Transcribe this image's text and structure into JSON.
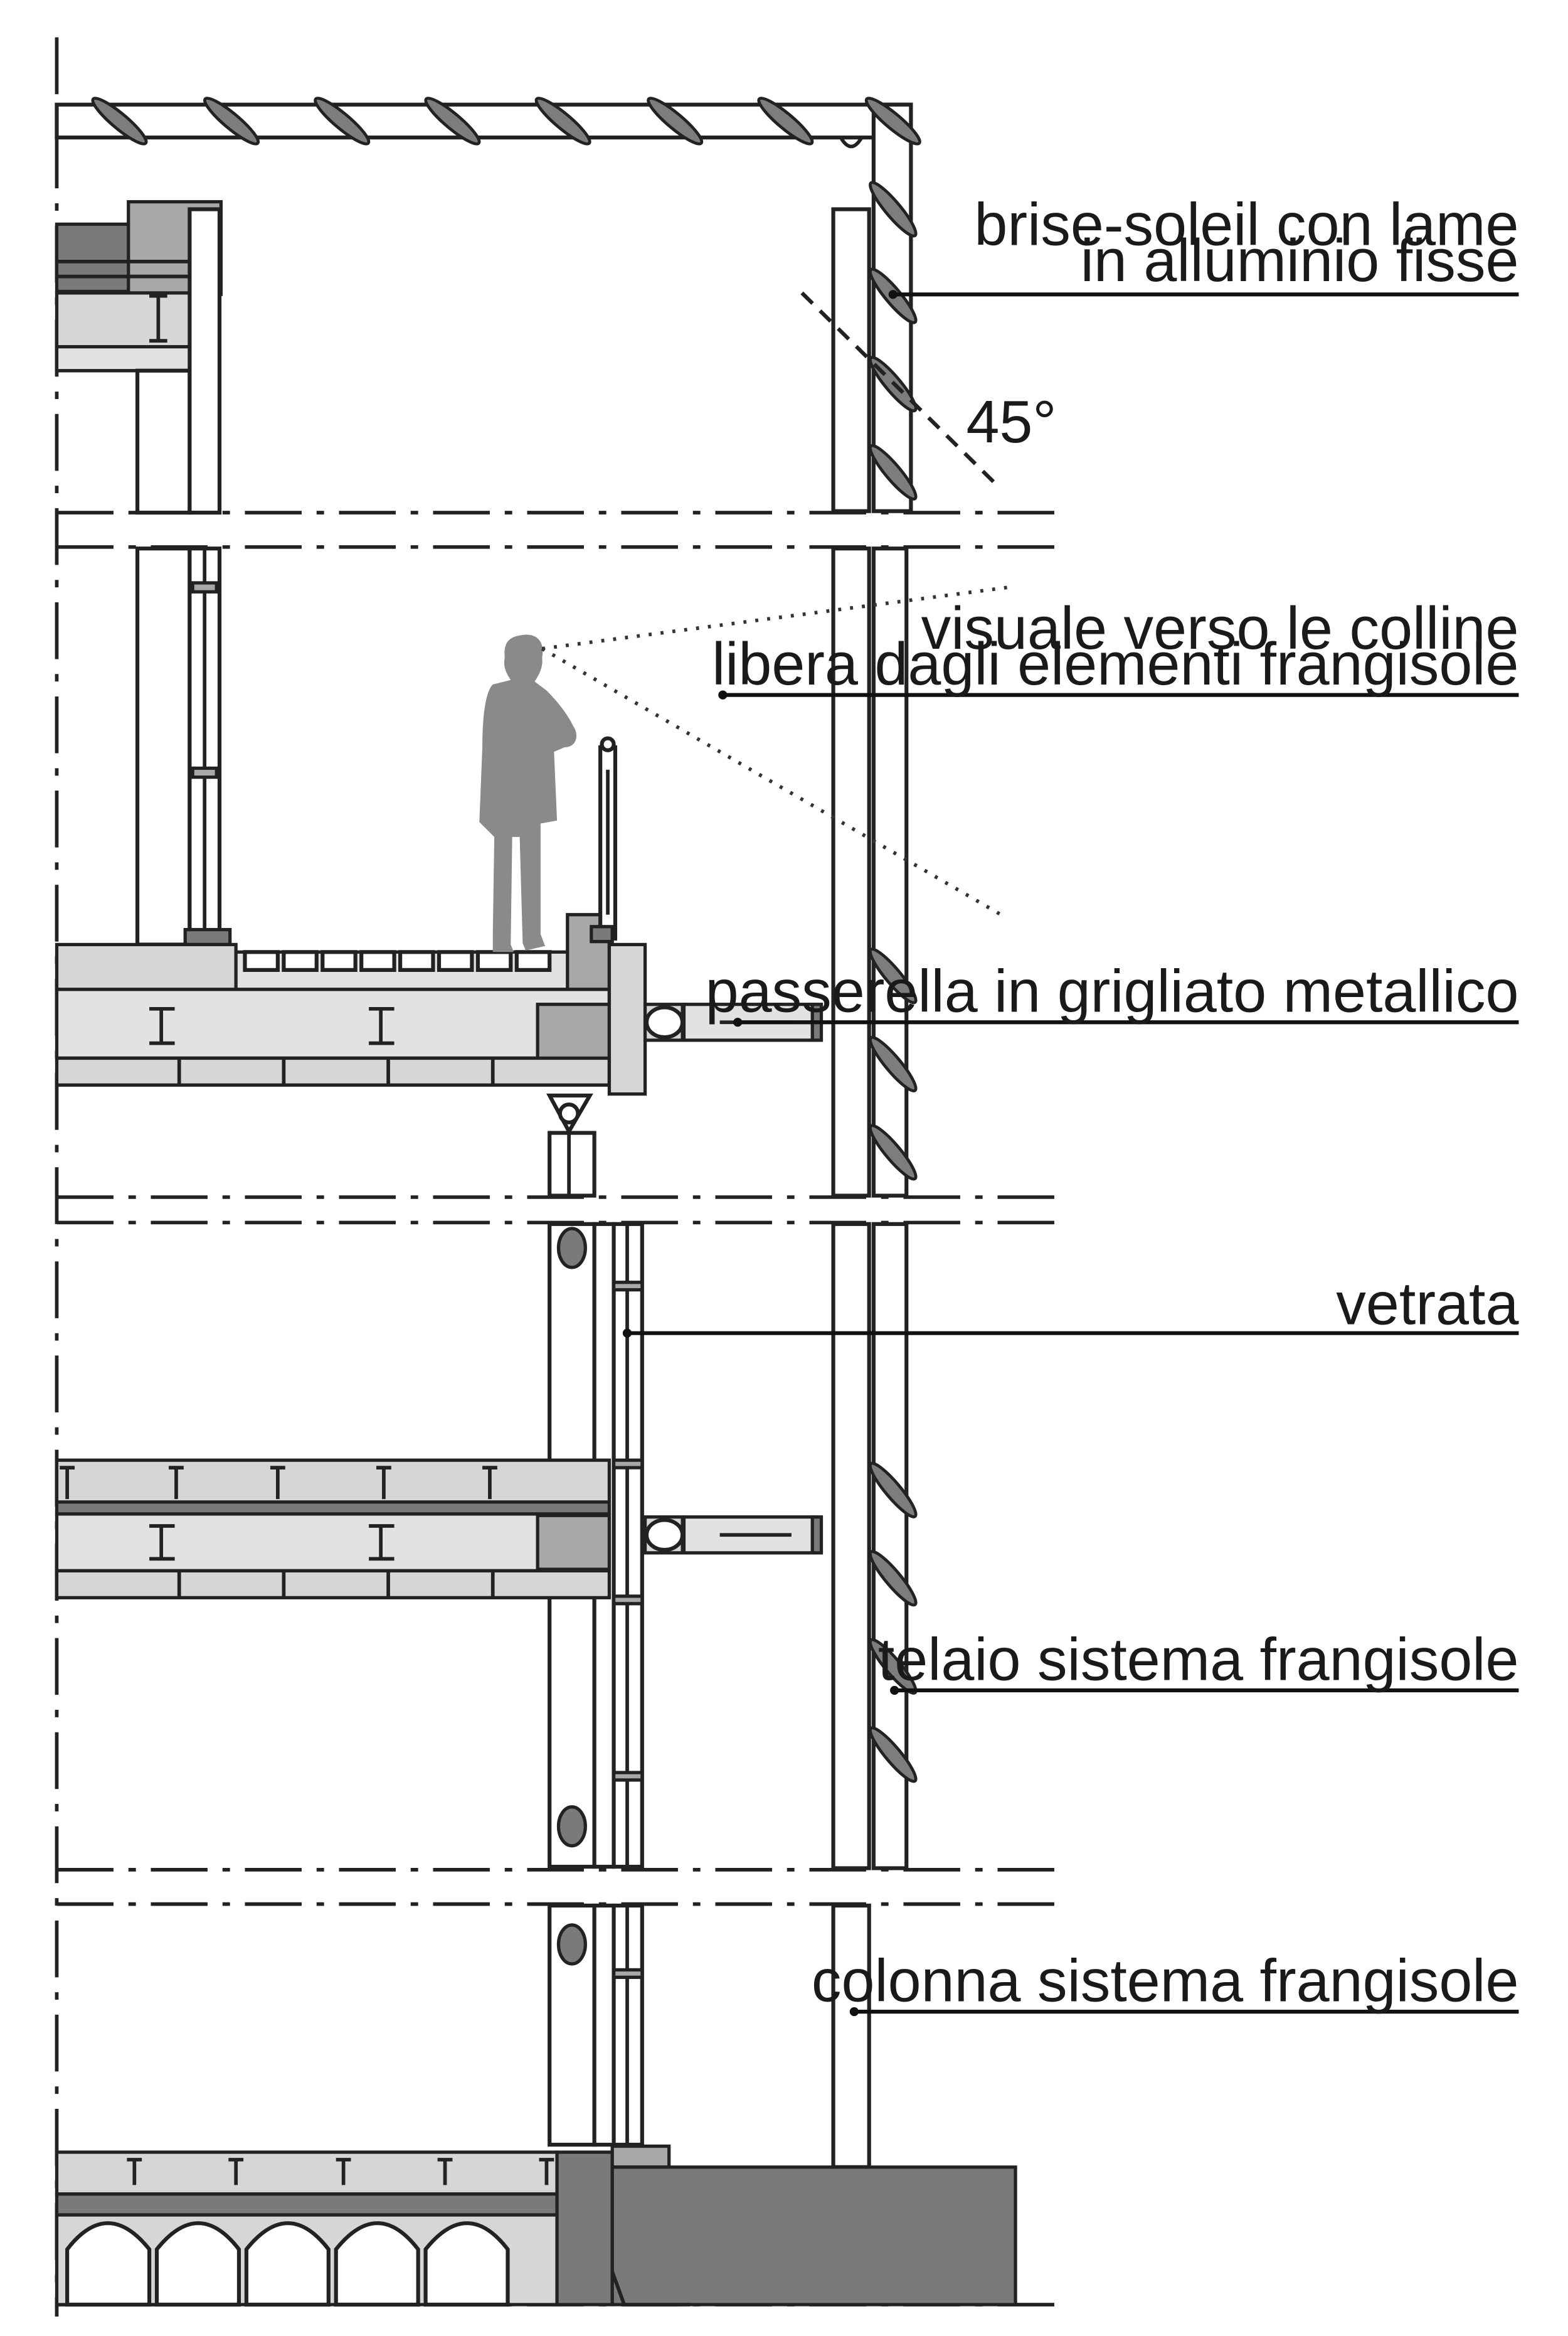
{
  "labels": {
    "brise_soleil_line1": "brise-soleil con lame",
    "brise_soleil_line2": "in alluminio fisse",
    "angle": "45°",
    "visuale_line1": "visuale verso le colline",
    "visuale_line2": "libera dagli elementi frangisole",
    "passerella": "passerella in grigliato metallico",
    "vetrata": "vetrata",
    "telaio": "telaio sistema frangisole",
    "colonna": "colonna sistema frangisole"
  },
  "icons": {
    "person": "person-silhouette-icon",
    "blades": "aluminium-blade-icon"
  },
  "colors": {
    "line": "#222222",
    "fill_light": "#e2e2e2",
    "fill_mid": "#a8a8a8",
    "fill_dark": "#7a7a7a",
    "blade": "#7d7d7d"
  }
}
